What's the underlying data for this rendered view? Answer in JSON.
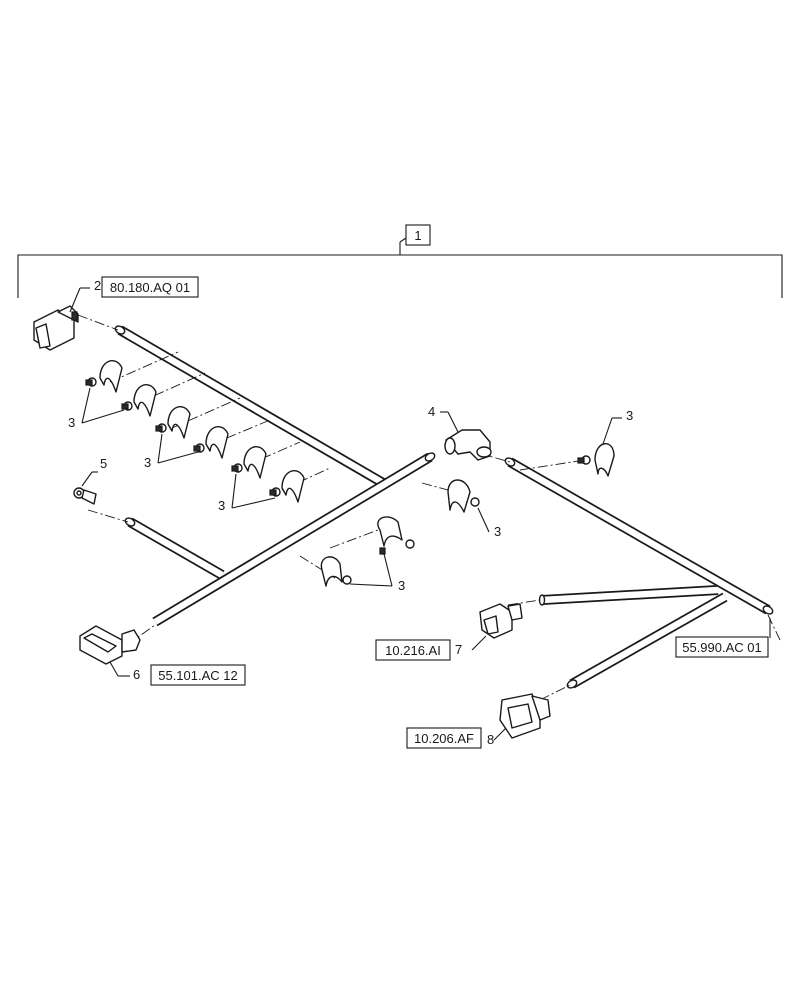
{
  "assembly": {
    "item_number": "1"
  },
  "callouts": {
    "item2": {
      "number": "2",
      "reference": "80.180.AQ 01"
    },
    "item3": {
      "number": "3"
    },
    "item4": {
      "number": "4"
    },
    "item5": {
      "number": "5"
    },
    "item6": {
      "number": "6",
      "reference": "55.101.AC 12"
    },
    "item7": {
      "number": "7",
      "reference": "10.216.AI"
    },
    "item8": {
      "number": "8",
      "reference": "10.206.AF"
    },
    "harness_end": {
      "reference": "55.990.AC 01"
    }
  }
}
